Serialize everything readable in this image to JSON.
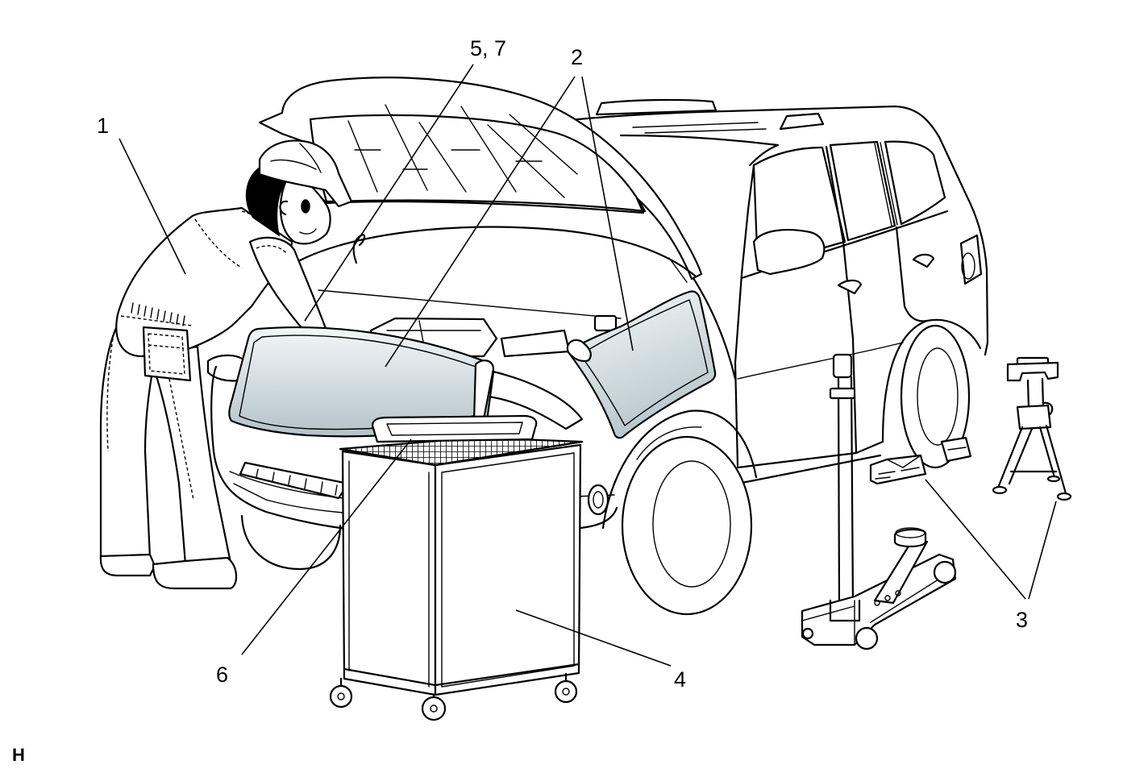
{
  "diagram": {
    "callouts": {
      "label_1": "1",
      "label_2": "2",
      "label_3": "3",
      "label_4": "4",
      "label_5_7": "5, 7",
      "label_6": "6"
    },
    "figure_code": "H"
  },
  "colors": {
    "line": "#000000",
    "background": "#ffffff",
    "cover_top": "#f3f7f8",
    "cover_bottom": "#b3c3c9"
  }
}
